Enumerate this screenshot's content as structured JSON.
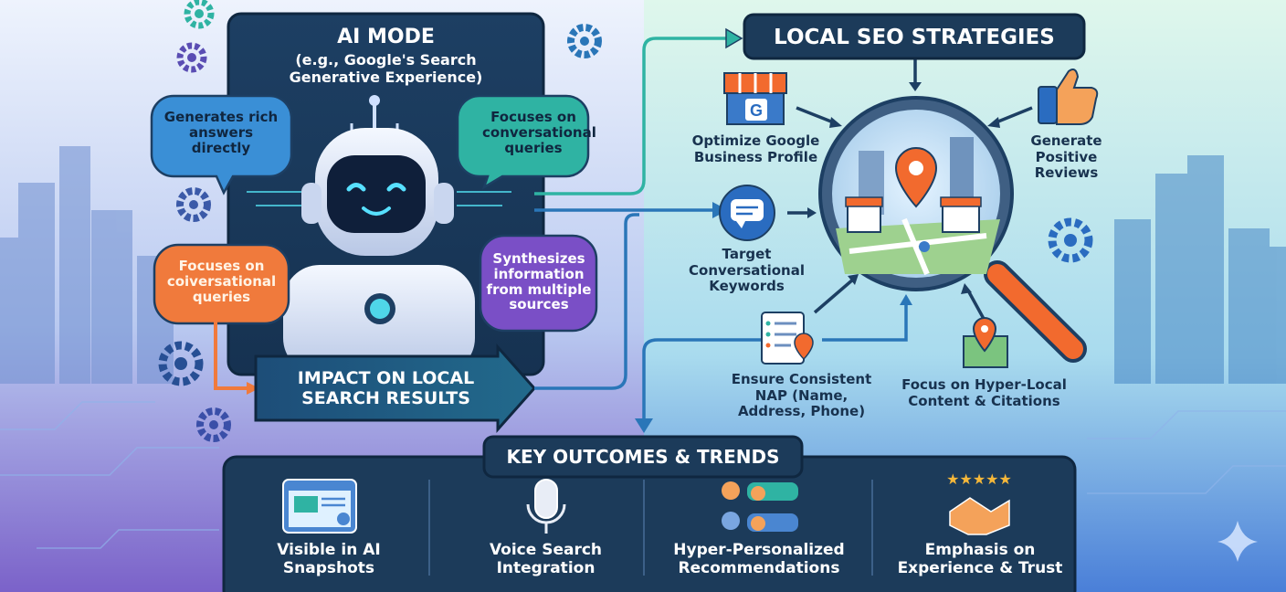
{
  "ai_mode": {
    "title": "AI MODE",
    "subtitle": "(e.g., Google's Search Generative Experience)",
    "bubbles": [
      "Generates rich answers directly",
      "Focuses on conversational queries",
      "Focuses on coiversational queries",
      "Synthesizes information from multiple sources"
    ],
    "impact_label": "IMPACT ON LOCAL SEARCH RESULTS"
  },
  "local_seo": {
    "title": "LOCAL SEO STRATEGIES",
    "items": [
      "Optimize Google Business Profile",
      "Generate Positive Reviews",
      "Target Conversational Keywords",
      "Ensure Consistent NAP (Name, Address, Phone)",
      "Focus on Hyper-Local Content & Citations"
    ],
    "gbp_letter": "G"
  },
  "outcomes": {
    "title": "KEY OUTCOMES & TRENDS",
    "items": [
      "Visible in AI Snapshots",
      "Voice Search Integration",
      "Hyper-Personalized Recommendations",
      "Emphasis on Experience & Trust"
    ]
  },
  "colors": {
    "navy": "#1c3b5a",
    "teal_bubble": "#2fb3a3",
    "blue_bubble": "#3a8fd6",
    "orange_bubble": "#f07a3c",
    "purple_bubble": "#7a4fc6",
    "accent_orange": "#f26a2e"
  },
  "icons": [
    "gear-icon",
    "robot-icon",
    "storefront-icon",
    "thumbs-up-icon",
    "chat-icon",
    "checklist-icon",
    "map-pin-icon",
    "magnifier-icon",
    "browser-icon",
    "microphone-icon",
    "people-chat-icon",
    "handshake-icon",
    "sparkle-icon"
  ]
}
